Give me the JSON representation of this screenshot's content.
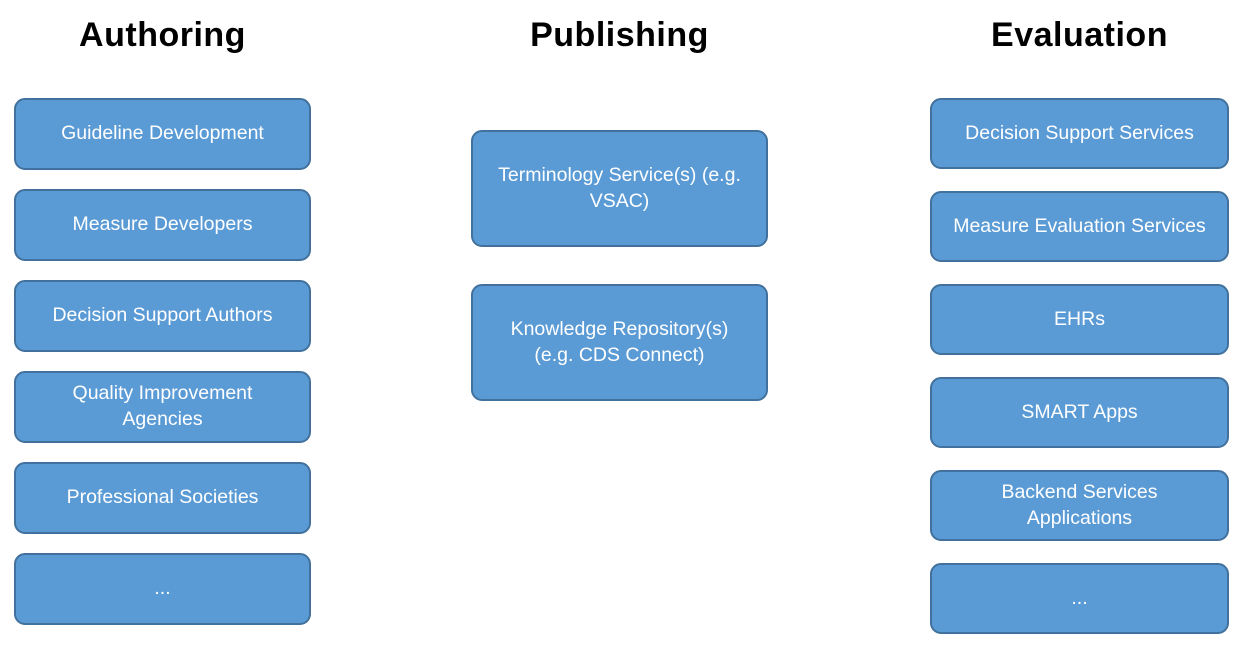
{
  "colors": {
    "background": "#FFFFFF",
    "title_text": "#000000",
    "box_fill": "#5B9BD5",
    "box_border": "#41719C",
    "box_text": "#FFFFFF"
  },
  "columns": [
    {
      "title": "Authoring",
      "boxes": [
        "Guideline Development",
        "Measure Developers",
        "Decision Support Authors",
        "Quality Improvement\nAgencies",
        "Professional Societies",
        "..."
      ]
    },
    {
      "title": "Publishing",
      "boxes": [
        "Terminology Service(s) (e.g.\nVSAC)",
        "Knowledge Repository(s)\n(e.g. CDS Connect)"
      ]
    },
    {
      "title": "Evaluation",
      "boxes": [
        "Decision Support Services",
        "Measure Evaluation Services",
        "EHRs",
        "SMART Apps",
        "Backend Services\nApplications",
        "..."
      ]
    }
  ]
}
